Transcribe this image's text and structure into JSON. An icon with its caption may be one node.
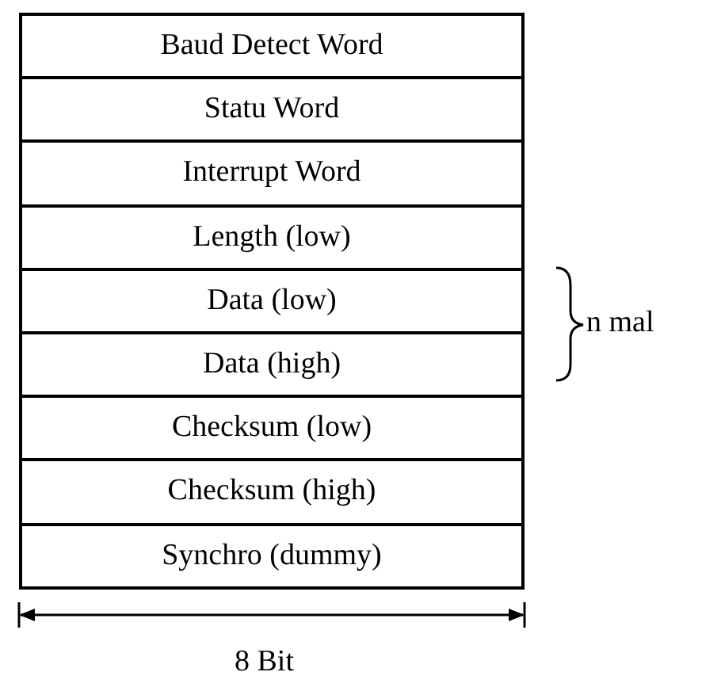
{
  "diagram": {
    "nodes": [
      {
        "text": [
          "Baud Detect Word"
        ]
      },
      {
        "text": [
          "Statu Word"
        ]
      },
      {
        "text": [
          "Interrupt Word"
        ]
      },
      {
        "text": [
          "Length (low)"
        ]
      },
      {
        "text": [
          "Data (low)"
        ]
      },
      {
        "text": [
          "Data (high)"
        ]
      },
      {
        "text": [
          "Checksum (low)"
        ]
      },
      {
        "text": [
          "Checksum (high)"
        ]
      },
      {
        "text": [
          "Synchro (dummy)"
        ]
      }
    ],
    "edges": [],
    "labels": [
      "n mal",
      "8 Bit"
    ]
  }
}
